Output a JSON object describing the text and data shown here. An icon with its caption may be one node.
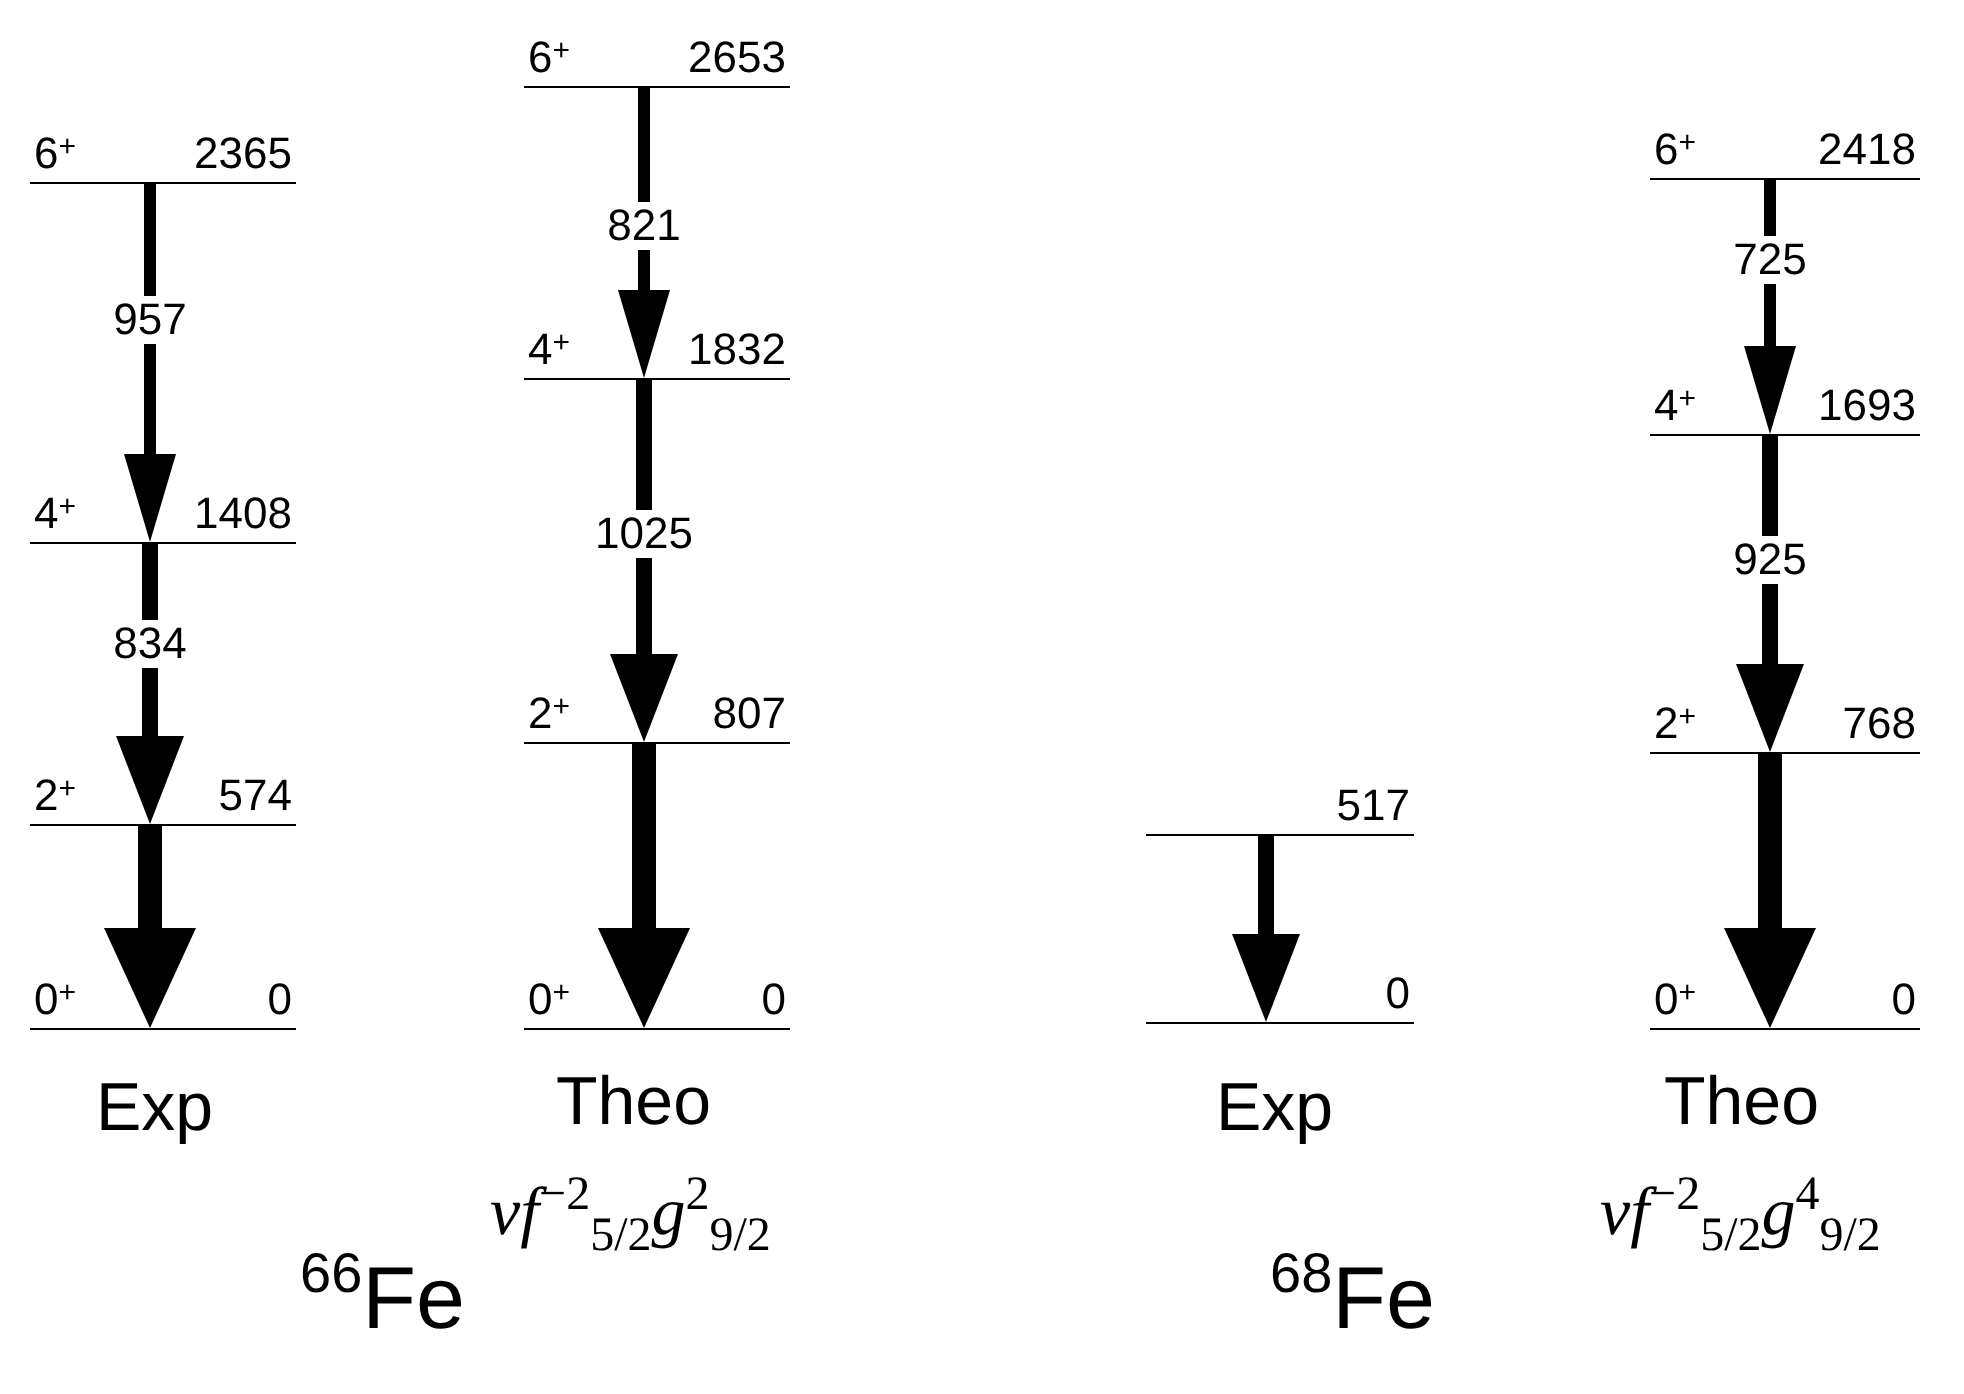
{
  "diagram": {
    "nodes": [
      {
        "text": [
          "6$^{+}$",
          "2365"
        ]
      },
      {
        "text": [
          "4$^{+}$",
          "1408"
        ]
      },
      {
        "text": [
          "2$^{+}$",
          "574"
        ]
      },
      {
        "text": [
          "0$^{+}$",
          "0"
        ]
      },
      {
        "text": [
          "6$^{+}$",
          "2653"
        ]
      },
      {
        "text": [
          "4$^{+}$",
          "1832"
        ]
      },
      {
        "text": [
          "2$^{+}$",
          "807"
        ]
      },
      {
        "text": [
          "0$^{+}$",
          "0"
        ]
      },
      {
        "text": [
          "517"
        ]
      },
      {
        "text": [
          "0"
        ]
      },
      {
        "text": [
          "6$^{+}$",
          "2418"
        ]
      },
      {
        "text": [
          "4$^{+}$",
          "1693"
        ]
      },
      {
        "text": [
          "2$^{+}$",
          "768"
        ]
      },
      {
        "text": [
          "0$^{+}$",
          "0"
        ]
      }
    ],
    "edges": [
      {
        "from": 0,
        "to": 1,
        "arrow": "to",
        "label": "957"
      },
      {
        "from": 1,
        "to": 2,
        "arrow": "to",
        "label": "834"
      },
      {
        "from": 2,
        "to": 3,
        "arrow": "to"
      },
      {
        "from": 4,
        "to": 5,
        "arrow": "to",
        "label": "821"
      },
      {
        "from": 5,
        "to": 6,
        "arrow": "to",
        "label": "1025"
      },
      {
        "from": 6,
        "to": 7,
        "arrow": "to"
      },
      {
        "from": 8,
        "to": 9,
        "arrow": "to"
      },
      {
        "from": 10,
        "to": 11,
        "arrow": "to",
        "label": "725"
      },
      {
        "from": 11,
        "to": 12,
        "arrow": "to",
        "label": "925"
      },
      {
        "from": 12,
        "to": 13,
        "arrow": "to"
      }
    ],
    "labels": [
      "Exp",
      "Theo",
      "Exp",
      "Theo",
      "$^{66}$Fe",
      "νf$^{−2}$$_{5/2}$g$^{2}$$_{9/2}$",
      "$^{68}$Fe",
      "νf$^{−2}$$_{5/2}$g$^{4}$$_{9/2}$"
    ]
  }
}
